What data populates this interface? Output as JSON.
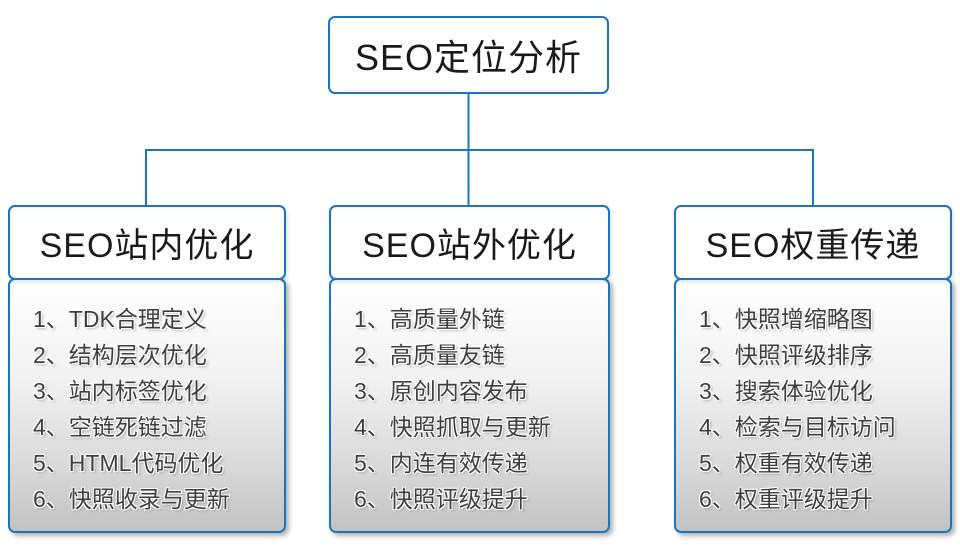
{
  "diagram": {
    "root": {
      "title": "SEO定位分析"
    },
    "columns": [
      {
        "title": "SEO站内优化",
        "items": [
          "1、TDK合理定义",
          "2、结构层次优化",
          "3、站内标签优化",
          "4、空链死链过滤",
          "5、HTML代码优化",
          "6、快照收录与更新"
        ]
      },
      {
        "title": "SEO站外优化",
        "items": [
          "1、高质量外链",
          "2、高质量友链",
          "3、原创内容发布",
          "4、快照抓取与更新",
          "5、内连有效传递",
          "6、快照评级提升"
        ]
      },
      {
        "title": "SEO权重传递",
        "items": [
          "1、快照增缩略图",
          "2、快照评级排序",
          "3、搜索体验优化",
          "4、检索与目标访问",
          "5、权重有效传递",
          "6、权重评级提升"
        ]
      }
    ],
    "colors": {
      "line_blue": "#1b75bc",
      "list_text": "#3d3d3d",
      "body_gradient_top": "#ffffff",
      "body_gradient_bottom": "#c2c2c2"
    }
  }
}
